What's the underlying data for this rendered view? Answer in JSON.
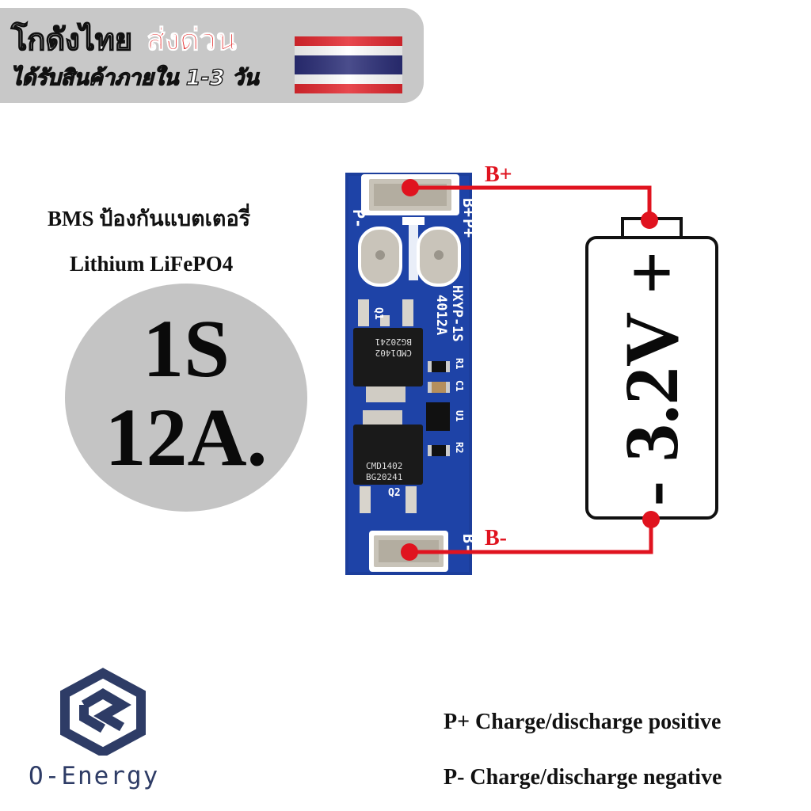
{
  "banner": {
    "title": "โกดังไทย",
    "highlight": "ส่งด่วน",
    "subtitle": "ได้รับสินค้าภายใน 1-3 วัน",
    "flag_colors": [
      "#e4282f",
      "#ffffff",
      "#2b2e78"
    ],
    "accent_color": "#e01414"
  },
  "product": {
    "line1": "BMS ป้องกันแบตเตอรี่",
    "line2": "Lithium LiFePO4",
    "spec_config": "1S",
    "spec_current": "12A."
  },
  "diagram": {
    "wire_color": "#e0131f",
    "b_plus_label": "B+",
    "b_minus_label": "B-",
    "battery_voltage": "- 3.2V +",
    "pcb_color": "#1c3e9c",
    "pcb_markings": {
      "model": "HXYP-1S",
      "rating": "4012A",
      "pad_labels": [
        "B+",
        "P+",
        "P-",
        "B-"
      ],
      "components": [
        "Q1",
        "Q2",
        "R1",
        "R2",
        "C1",
        "U1"
      ],
      "mosfet_text": [
        "CMD1402",
        "BG20241"
      ]
    }
  },
  "brand": {
    "name": "O-Energy",
    "logo_icon": "o-energy-logo-icon",
    "color": "#2e3c66"
  },
  "legend": {
    "p_plus": "P+ Charge/discharge positive",
    "p_minus": "P- Charge/discharge negative"
  }
}
